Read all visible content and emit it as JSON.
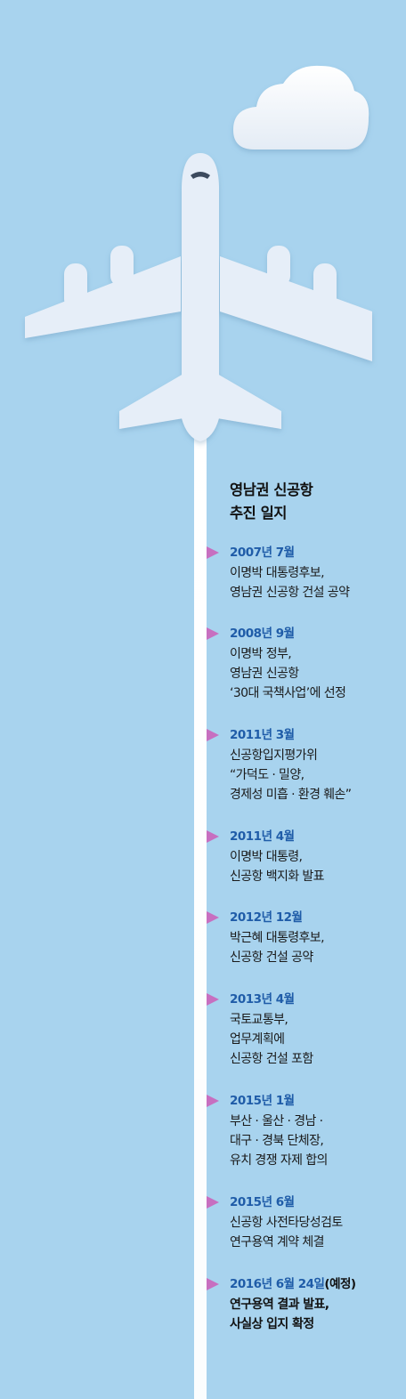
{
  "title": {
    "line1": "영남권 신공항",
    "line2": "추진 일지"
  },
  "colors": {
    "background": "#a8d3ee",
    "plane": "#e6eef8",
    "date_text": "#1f5ca8",
    "marker": "#c76fc0"
  },
  "events": [
    {
      "date": "2007년 7월",
      "lines": [
        "이명박 대통령후보,",
        "영남권 신공항 건설 공약"
      ]
    },
    {
      "date": "2008년 9월",
      "lines": [
        "이명박 정부,",
        "영남권 신공항",
        "‘30대 국책사업’에 선정"
      ]
    },
    {
      "date": "2011년 3월",
      "lines": [
        "신공항입지평가위",
        "“가덕도 · 밀양,",
        "경제성 미흡 · 환경 훼손”"
      ]
    },
    {
      "date": "2011년 4월",
      "lines": [
        "이명박 대통령,",
        "신공항 백지화 발표"
      ]
    },
    {
      "date": "2012년 12월",
      "lines": [
        "박근혜 대통령후보,",
        "신공항 건설 공약"
      ]
    },
    {
      "date": "2013년 4월",
      "lines": [
        "국토교통부,",
        "업무계획에",
        "신공항 건설 포함"
      ]
    },
    {
      "date": "2015년 1월",
      "lines": [
        "부산 · 울산 · 경남 ·",
        "대구 · 경북 단체장,",
        "유치 경쟁 자제 합의"
      ]
    },
    {
      "date": "2015년 6월",
      "lines": [
        "신공항 사전타당성검토",
        "연구용역 계약 체결"
      ]
    },
    {
      "date": "2016년 6월 24일",
      "suffix": "(예정)",
      "lines": [
        "연구용역 결과 발표,",
        "사실상 입지 확정"
      ],
      "bold": true
    }
  ]
}
